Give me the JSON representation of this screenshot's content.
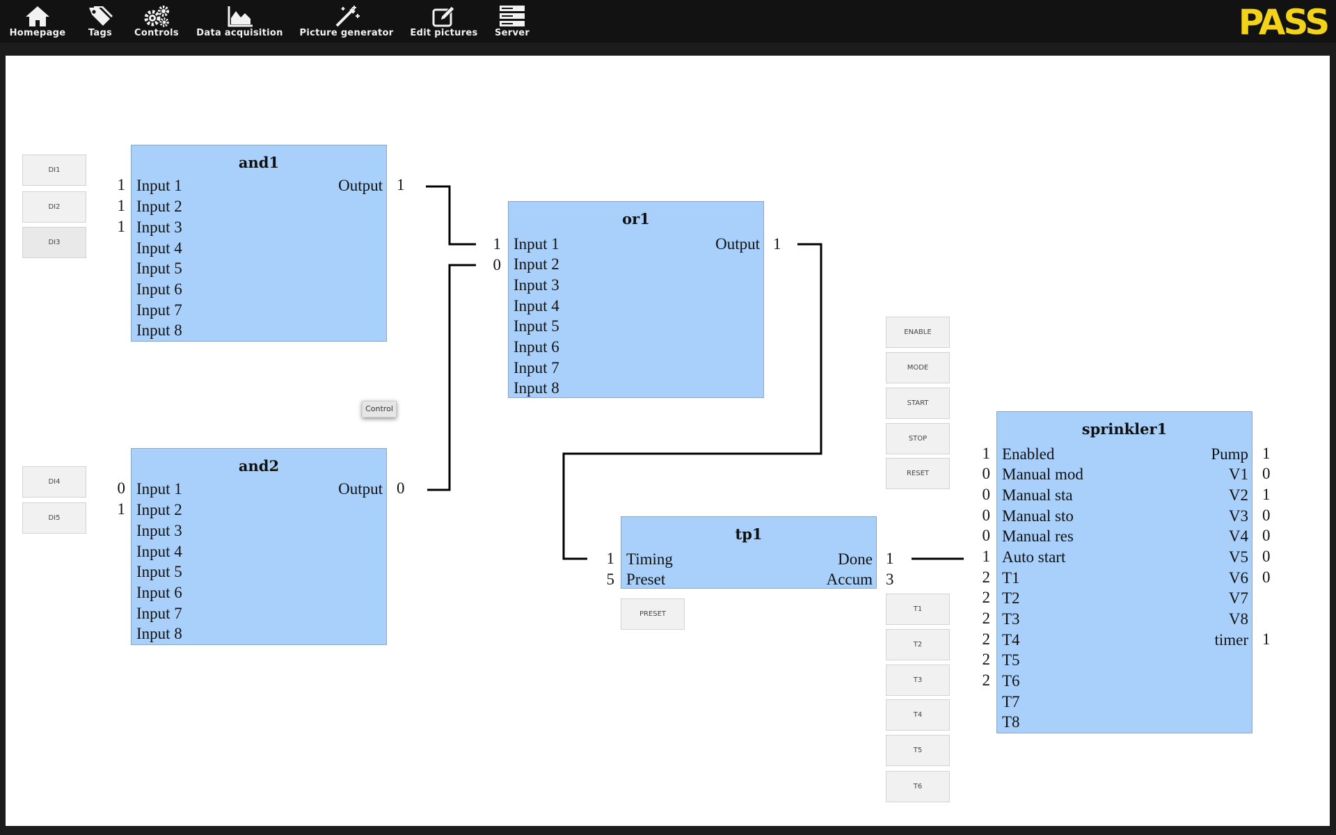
{
  "nav": {
    "homepage": "Homepage",
    "tags": "Tags",
    "controls": "Controls",
    "data_acquisition": "Data acquisition",
    "picture_generator": "Picture generator",
    "edit_pictures": "Edit pictures",
    "server": "Server"
  },
  "logo": {
    "text": "PASS",
    "color": "#f3d21a"
  },
  "buttons": {
    "di1": "DI1",
    "di2": "DI2",
    "di3": "DI3",
    "di4": "DI4",
    "di5": "DI5",
    "control": "Control",
    "preset": "PRESET",
    "enable": "ENABLE",
    "mode": "MODE",
    "start": "START",
    "stop": "STOP",
    "reset": "RESET",
    "t1": "T1",
    "t2": "T2",
    "t3": "T3",
    "t4": "T4",
    "t5": "T5",
    "t6": "T6"
  },
  "and1": {
    "title": "and1",
    "inputs": [
      "Input 1",
      "Input 2",
      "Input 3",
      "Input 4",
      "Input 5",
      "Input 6",
      "Input 7",
      "Input 8"
    ],
    "input_values": [
      "1",
      "1",
      "1"
    ],
    "output_label": "Output",
    "output_value": "1"
  },
  "and2": {
    "title": "and2",
    "inputs": [
      "Input 1",
      "Input 2",
      "Input 3",
      "Input 4",
      "Input 5",
      "Input 6",
      "Input 7",
      "Input 8"
    ],
    "input_values": [
      "0",
      "1"
    ],
    "output_label": "Output",
    "output_value": "0"
  },
  "or1": {
    "title": "or1",
    "inputs": [
      "Input 1",
      "Input 2",
      "Input 3",
      "Input 4",
      "Input 5",
      "Input 6",
      "Input 7",
      "Input 8"
    ],
    "input_values": [
      "1",
      "0"
    ],
    "output_label": "Output",
    "output_value": "1"
  },
  "tp1": {
    "title": "tp1",
    "inputs": [
      "Timing",
      "Preset"
    ],
    "input_values": [
      "1",
      "5"
    ],
    "outputs": [
      "Done",
      "Accum"
    ],
    "output_values": [
      "1",
      "3"
    ]
  },
  "sprinkler1": {
    "title": "sprinkler1",
    "inputs": [
      "Enabled",
      "Manual mod",
      "Manual sta",
      "Manual sto",
      "Manual res",
      "Auto start",
      "T1",
      "T2",
      "T3",
      "T4",
      "T5",
      "T6",
      "T7",
      "T8"
    ],
    "input_values": [
      "1",
      "0",
      "0",
      "0",
      "0",
      "1",
      "2",
      "2",
      "2",
      "2",
      "2",
      "2"
    ],
    "outputs": [
      "Pump",
      "V1",
      "V2",
      "V3",
      "V4",
      "V5",
      "V6",
      "V7",
      "V8",
      "timer"
    ],
    "output_values": [
      "1",
      "0",
      "1",
      "0",
      "0",
      "0",
      "0",
      "",
      "",
      "1"
    ]
  },
  "colors": {
    "block": "#a8d0fa",
    "topbar": "#121212",
    "wire": "#000000"
  }
}
